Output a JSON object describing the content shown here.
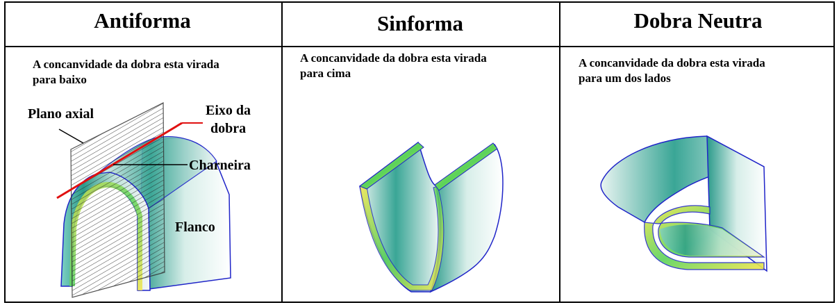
{
  "columns": [
    {
      "header": "Antiforma",
      "description_line1": "A concanvidade da dobra esta virada",
      "description_line2": "para baixo"
    },
    {
      "header": "Sinforma",
      "description_line1": "A concanvidade da dobra esta virada",
      "description_line2": "para cima"
    },
    {
      "header": "Dobra Neutra",
      "description_line1": "A concanvidade da dobra esta virada",
      "description_line2": "para um dos lados"
    }
  ],
  "labels": {
    "axial_plane": "Plano axial",
    "fold_axis_line1": "Eixo da",
    "fold_axis_line2": "dobra",
    "hinge": "Charneira",
    "limb": "Flanco"
  },
  "colors": {
    "border": "#000000",
    "outline": "#1f24c8",
    "fold_axis": "#e01010",
    "teal": "#2a9a8a",
    "yellow": "#f2e64a",
    "green": "#5bd35b"
  }
}
